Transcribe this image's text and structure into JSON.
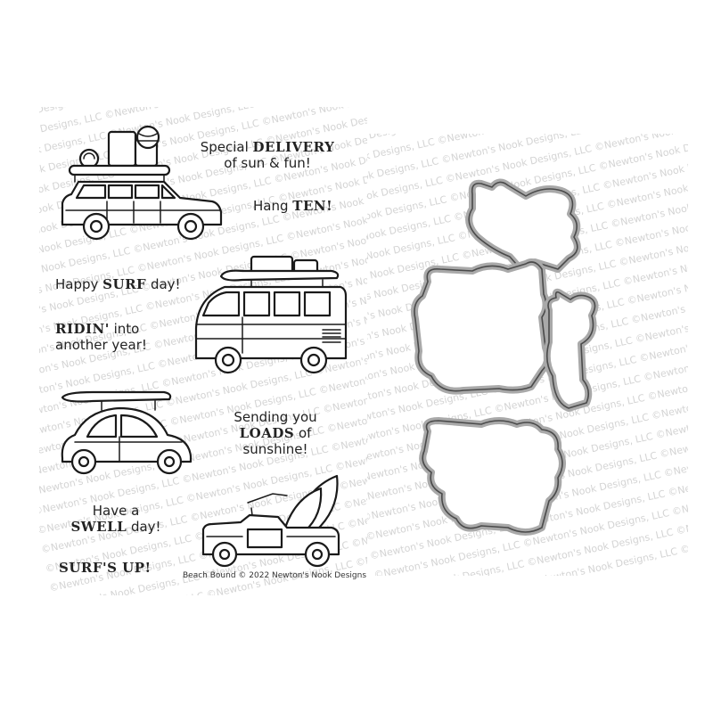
{
  "watermark": "©Newton's Nook Designs, LLC",
  "phrases": {
    "delivery_pre": "Special ",
    "delivery_bold": "DELIVERY",
    "delivery_line2": "of sun & fun!",
    "hang_pre": "Hang ",
    "hang_bold": "TEN!",
    "surf_pre": "Happy ",
    "surf_bold": "SURF",
    "surf_post": " day!",
    "ridin_bold": "RIDIN'",
    "ridin_post": " into",
    "ridin_line2": "another year!",
    "sending_line1": "Sending you",
    "sending_bold": "LOADS",
    "sending_post": " of",
    "sending_line3": "sunshine!",
    "swell_line1": "Have a",
    "swell_bold": "SWELL",
    "swell_post": " day!",
    "surfsup_bold": "SURF'S UP!"
  },
  "caption": "Beach Bound © 2022 Newton's Nook Designs",
  "colors": {
    "ink": "#1a1a1a",
    "watermark": "#d4d4d4",
    "die_outer": "#a9a9a9",
    "die_inner": "#4a4a4a"
  },
  "icons": [
    "station-wagon-with-luggage",
    "vw-bus-with-surfboard",
    "beetle-with-surfboard",
    "jeep-with-surfboards"
  ]
}
